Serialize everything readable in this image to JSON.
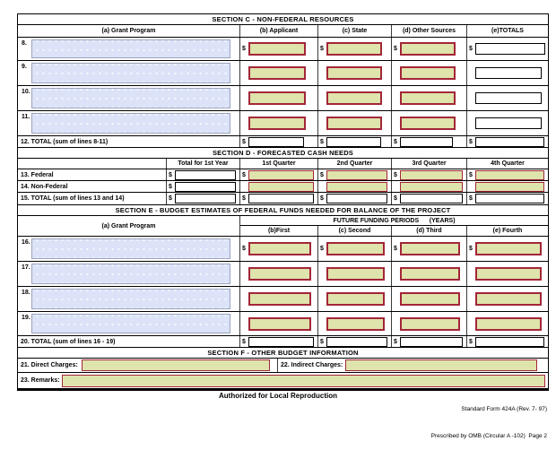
{
  "form": {
    "dollar": "$",
    "section_c": {
      "title": "SECTION C - NON-FEDERAL RESOURCES",
      "headers": {
        "a": "(a) Grant Program",
        "b": "(b) Applicant",
        "c": "(c) State",
        "d": "(d)  Other Sources",
        "e": "(e)TOTALS"
      },
      "rows": [
        {
          "num": "8."
        },
        {
          "num": "9."
        },
        {
          "num": "10."
        },
        {
          "num": "11."
        }
      ],
      "total_label": "12. TOTAL (sum of lines 8-11)"
    },
    "section_d": {
      "title": "SECTION D - FORECASTED CASH NEEDS",
      "headers": {
        "total": "Total for 1st Year",
        "q1": "1st Quarter",
        "q2": "2nd Quarter",
        "q3": "3rd Quarter",
        "q4": "4th Quarter"
      },
      "rows": [
        {
          "label": "13. Federal"
        },
        {
          "label": "14. Non-Federal"
        }
      ],
      "total_label": "15. TOTAL (sum of lines 13 and 14)"
    },
    "section_e": {
      "title": "SECTION E - BUDGET ESTIMATES OF FEDERAL FUNDS NEEDED FOR BALANCE OF THE PROJECT",
      "col_a_header": "(a) Grant Program",
      "group_header": "FUTURE FUNDING PERIODS      (YEARS)",
      "headers": {
        "b": "(b)First",
        "c": "(c) Second",
        "d": "(d) Third",
        "e": "(e) Fourth"
      },
      "rows": [
        {
          "num": "16."
        },
        {
          "num": "17."
        },
        {
          "num": "18."
        },
        {
          "num": "19."
        }
      ],
      "total_label": "20. TOTAL (sum of lines 16 - 19)"
    },
    "section_f": {
      "title": "SECTION F - OTHER BUDGET INFORMATION",
      "direct_label": "21. Direct Charges:",
      "indirect_label": "22. Indirect Charges:",
      "remarks_label": "23. Remarks:"
    }
  },
  "footer": {
    "center": "Authorized for Local Reproduction",
    "right_line1": "Standard Form 424A (Rev. 7- 97)",
    "right_line2": "Prescribed by OMB (Circular A -102)  Page 2"
  },
  "colors": {
    "field_fill": "#dfe3ac",
    "field_border": "#a32638",
    "grant_field_fill": "#dce3f8",
    "grid_line": "#3a3a3a"
  }
}
